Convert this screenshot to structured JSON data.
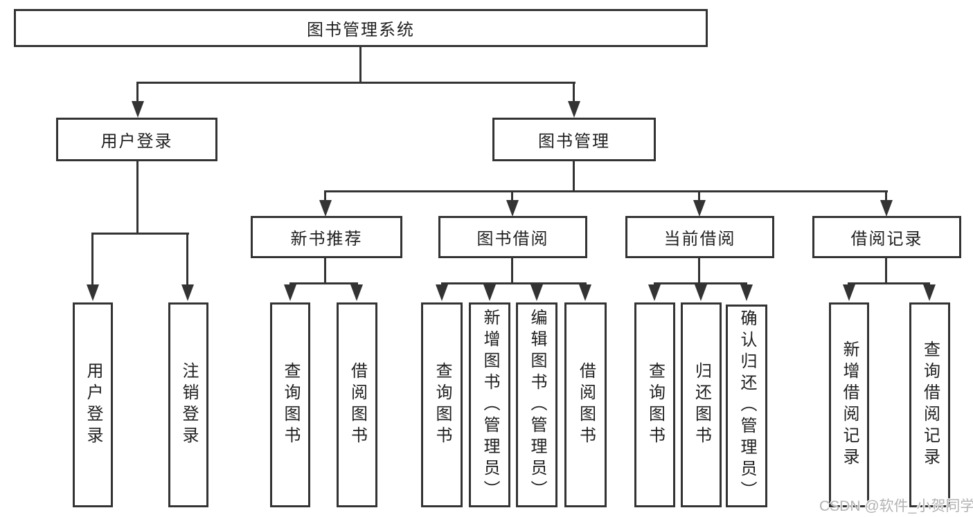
{
  "tree": {
    "root": "图书管理系统",
    "branches": [
      {
        "label": "用户登录",
        "children": [
          "用户登录",
          "注销登录"
        ]
      },
      {
        "label": "图书管理",
        "groups": [
          {
            "label": "新书推荐",
            "children": [
              "查询图书",
              "借阅图书"
            ]
          },
          {
            "label": "图书借阅",
            "children": [
              "查询图书",
              "新增图书（管理员）",
              "编辑图书（管理员）",
              "借阅图书"
            ]
          },
          {
            "label": "当前借阅",
            "children": [
              "查询图书",
              "归还图书",
              "确认归还（管理员）"
            ]
          },
          {
            "label": "借阅记录",
            "children": [
              "新增借阅记录",
              "查询借阅记录"
            ]
          }
        ]
      }
    ]
  },
  "watermark": "CSDN @软件_小贺同学",
  "colors": {
    "line": "#333333",
    "text": "#1f1f1f",
    "background": "#ffffff",
    "watermark": "#b3b3b3"
  }
}
